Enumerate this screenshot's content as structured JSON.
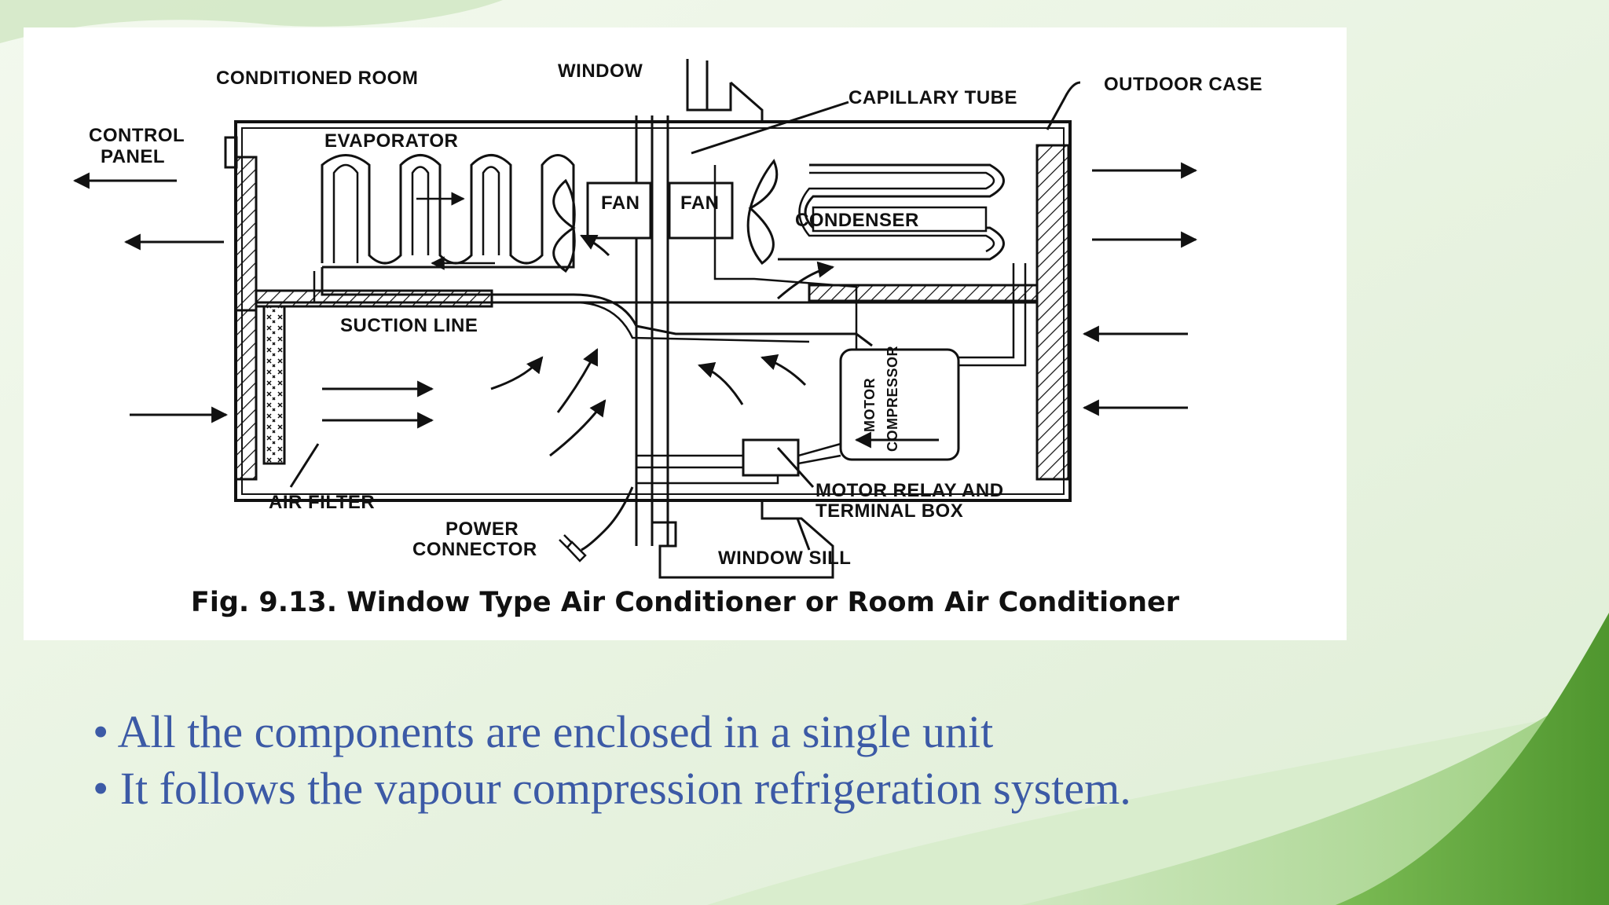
{
  "figure": {
    "labels": {
      "conditioned_room": "CONDITIONED ROOM",
      "window": "WINDOW",
      "capillary_tube": "CAPILLARY TUBE",
      "outdoor_case": "OUTDOOR CASE",
      "control_panel_1": "CONTROL",
      "control_panel_2": "PANEL",
      "evaporator": "EVAPORATOR",
      "fan_left": "FAN",
      "fan_right": "FAN",
      "condenser": "CONDENSER",
      "suction_line": "SUCTION LINE",
      "motor": "MOTOR",
      "compressor": "COMPRESSOR",
      "air_filter": "AIR FILTER",
      "power_connector_1": "POWER",
      "power_connector_2": "CONNECTOR",
      "motor_relay_1": "MOTOR RELAY AND",
      "motor_relay_2": "TERMINAL BOX",
      "window_sill": "WINDOW SILL"
    },
    "caption": "Fig. 9.13. Window Type Air Conditioner or Room Air Conditioner"
  },
  "bullets": [
    "• All the components are enclosed in a single unit",
    "• It follows the vapour compression refrigeration system."
  ],
  "colors": {
    "bullet_text": "#3c5aa6",
    "background_green": "#5fa83c"
  }
}
